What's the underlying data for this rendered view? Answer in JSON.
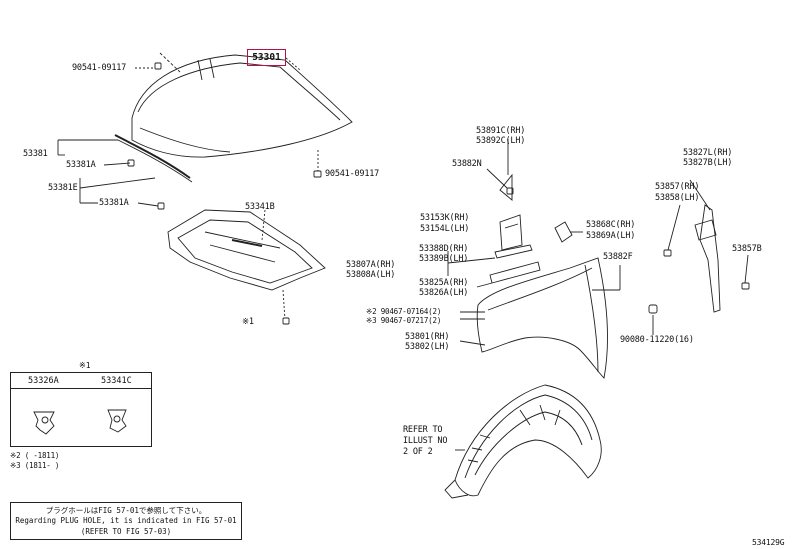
{
  "highlight": "53301",
  "hood_labels": {
    "bolt_top": "90541-09117",
    "bolt_right": "90541-09117",
    "seal": "53381",
    "clip_a1": "53381A",
    "seal_e": "53381E",
    "clip_a2": "53381A",
    "insulator": "53341B",
    "star1": "※1"
  },
  "fender_labels": {
    "r1": "53891C(RH)",
    "r2": "53892C(LH)",
    "r3": "53882N",
    "r4": "53153K(RH)",
    "r5": "53154L(LH)",
    "r6": "53388D(RH)",
    "r7": "53389B(LH)",
    "r8": "53807A(RH)",
    "r9": "53808A(LH)",
    "r10": "53825A(RH)",
    "r11": "53826A(LH)",
    "r12": "※2 90467-07164(2)",
    "r13": "※3 90467-07217(2)",
    "r14": "53801(RH)",
    "r15": "53802(LH)",
    "r16": "53868C(RH)",
    "r17": "53869A(LH)",
    "r18": "53882F",
    "r19": "90080-11220(16)",
    "r20": "53827L(RH)",
    "r21": "53827B(LH)",
    "r22": "53857(RH)",
    "r23": "53858(LH)",
    "r24": "53857B",
    "refer1": "REFER TO",
    "refer2": "ILLUST NO",
    "refer3": "2 OF 2"
  },
  "legend": {
    "mark": "※1",
    "col1": "53326A",
    "col2": "53341C"
  },
  "footnotes": {
    "n2": "※2 (      -1811)",
    "n3": "※3 (1811-      )"
  },
  "note_box": {
    "line1": "プラグホールはFIG 57-01で参照して下さい。",
    "line2": "Regarding PLUG HOLE, it is indicated in FIG 57-01",
    "line3": "(REFER TO FIG 57-03)"
  },
  "figure_id": "534129G"
}
